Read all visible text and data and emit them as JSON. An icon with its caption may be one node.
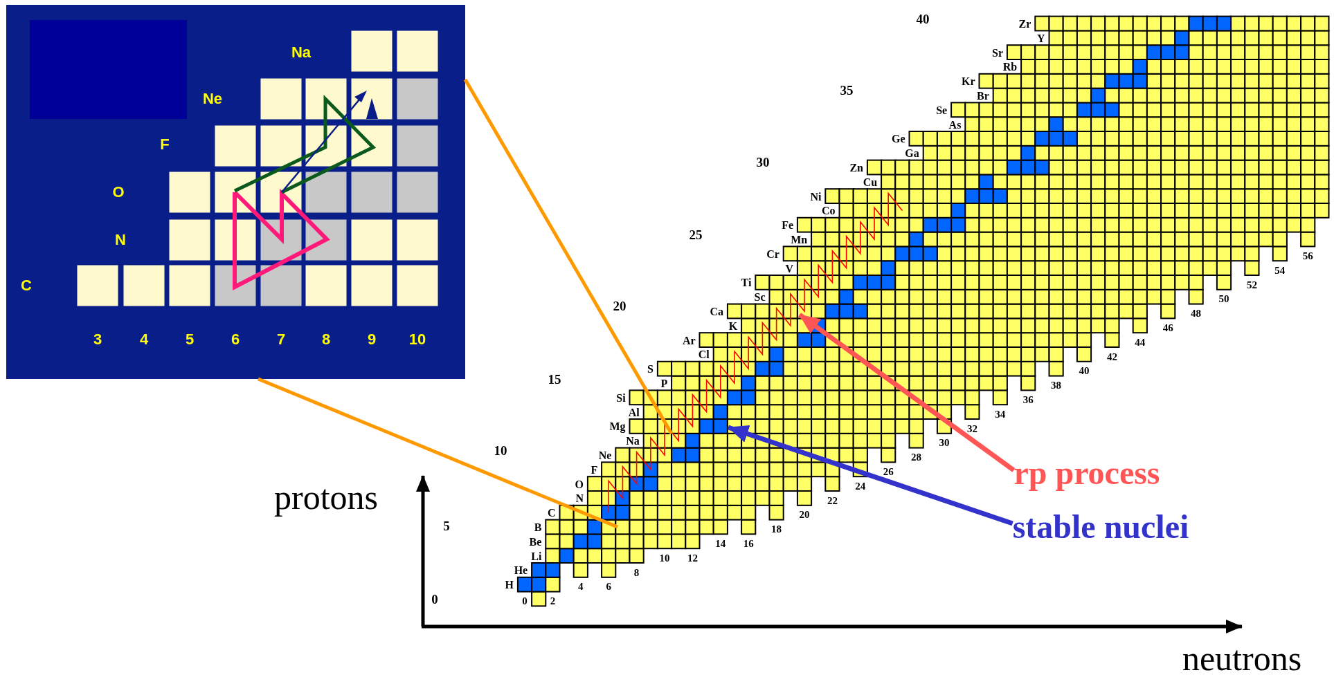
{
  "diagram": {
    "nodes": [
      {
        "text": [
          "C",
          "N",
          "O",
          "F",
          "Ne",
          "Na",
          "3",
          "4",
          "5",
          "6",
          "7",
          "8",
          "9",
          "10"
        ]
      },
      {
        "text": [
          "rp process"
        ]
      },
      {
        "text": [
          "stable nuclei"
        ]
      }
    ],
    "edges": [
      {
        "from": 0,
        "to": null,
        "arrow": "none",
        "color": "#ff9900"
      },
      {
        "from": 0,
        "to": null,
        "arrow": "none",
        "color": "#ff9900"
      },
      {
        "from": 1,
        "to": null,
        "arrow": "to",
        "color": "#ff5555"
      },
      {
        "from": 2,
        "to": null,
        "arrow": "to",
        "color": "#3333cc"
      }
    ],
    "labels": [
      "0",
      "5",
      "10",
      "15",
      "20",
      "25",
      "30",
      "35",
      "40",
      "H",
      "He",
      "Li",
      "Be",
      "B",
      "C",
      "N",
      "O",
      "F",
      "Ne",
      "Na",
      "Mg",
      "Al",
      "Si",
      "P",
      "S",
      "Cl",
      "Ar",
      "K",
      "Ca",
      "Sc",
      "Ti",
      "V",
      "Cr",
      "Mn",
      "Fe",
      "Co",
      "Ni",
      "Cu",
      "Zn",
      "Ga",
      "Ge",
      "As",
      "Se",
      "Br",
      "Kr",
      "Rb",
      "Sr",
      "Y",
      "Zr",
      "0",
      "2",
      "4",
      "6",
      "8",
      "10",
      "12",
      "14",
      "16",
      "18",
      "20",
      "22",
      "24",
      "26",
      "28",
      "30",
      "32",
      "34",
      "36",
      "38",
      "40",
      "42",
      "44",
      "46",
      "48",
      "50",
      "52",
      "54",
      "56",
      "protons",
      "neutrons"
    ]
  }
}
